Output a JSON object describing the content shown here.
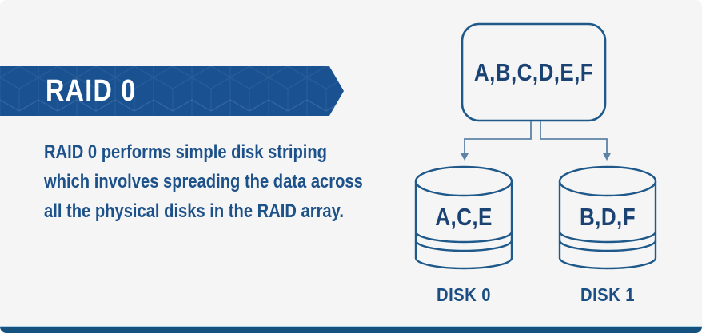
{
  "page": {
    "background": "#f5f5f6"
  },
  "banner": {
    "title": "RAID 0",
    "ribbon_color": "#1a5190",
    "pattern_line_color": "#5d87bd",
    "title_color": "#ffffff"
  },
  "description_lines": [
    "RAID 0 performs simple disk striping",
    "which involves spreading the data across",
    "all the physical disks in the RAID array."
  ],
  "description_color": "#1d5189",
  "diagram": {
    "source_label": "A,B,C,D,E,F",
    "disks": [
      {
        "label": "A,C,E",
        "caption": "DISK 0"
      },
      {
        "label": "B,D,F",
        "caption": "DISK 1"
      }
    ],
    "shape_stroke_color": "#1f598a",
    "connector_color": "#5d83a7",
    "text_color": "#1a4373"
  },
  "footer": {
    "bar_color": "#15517e",
    "accent_line_color": "#aed0e4"
  }
}
